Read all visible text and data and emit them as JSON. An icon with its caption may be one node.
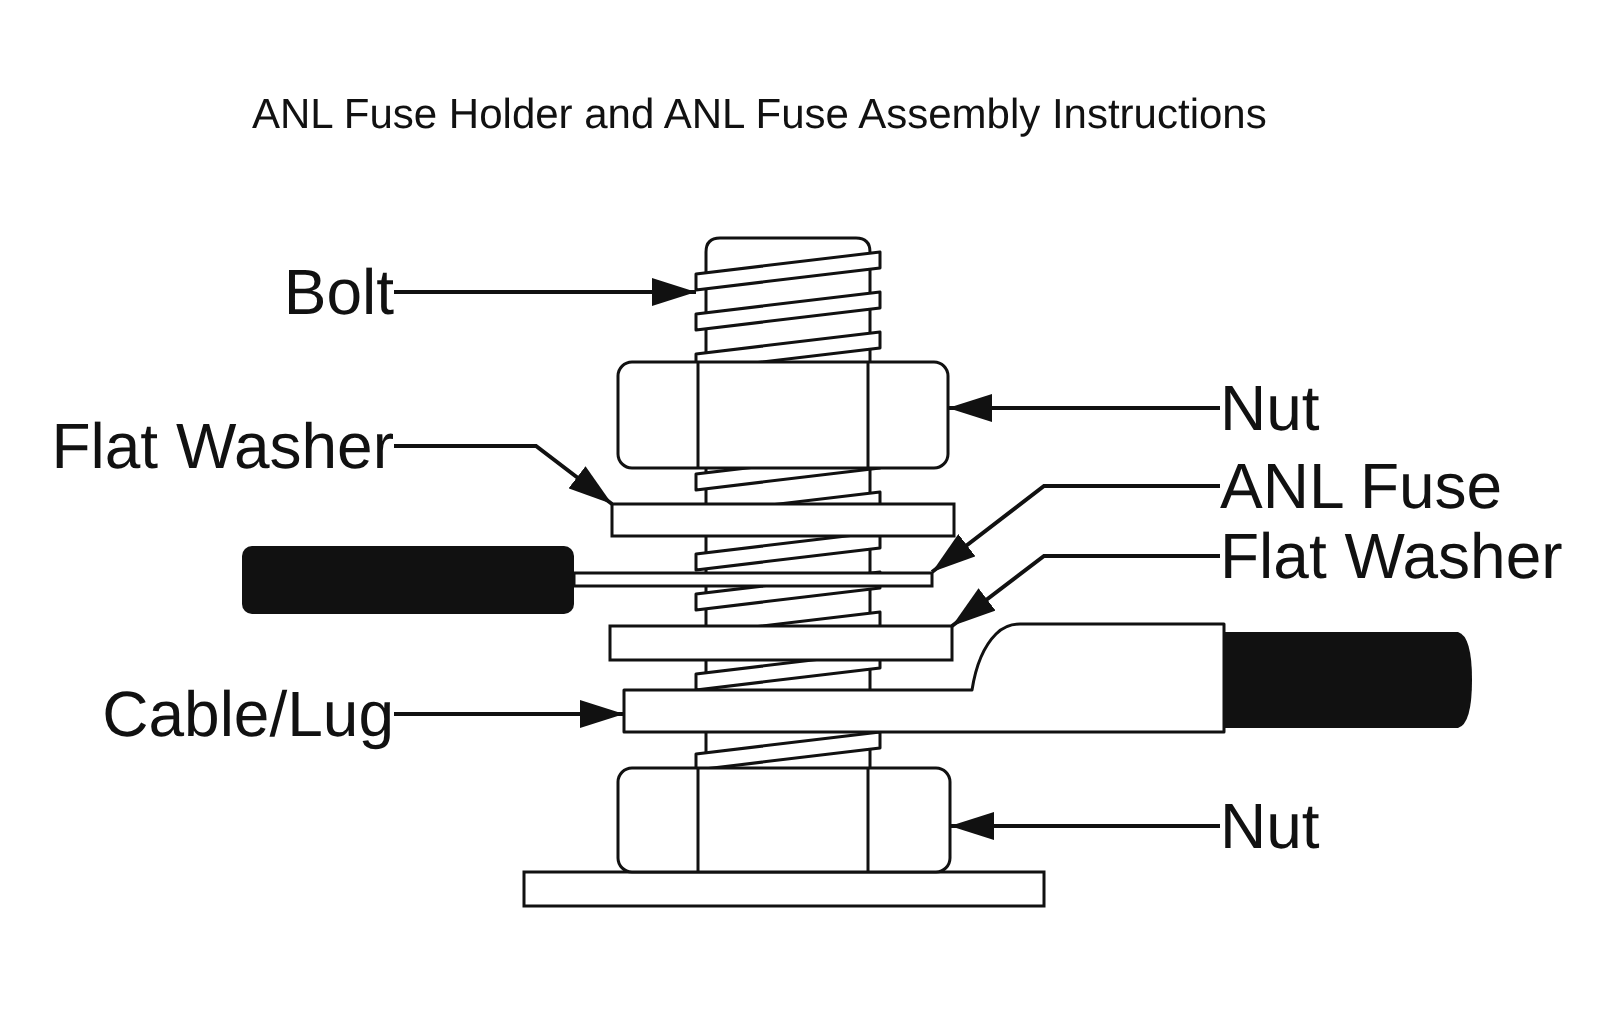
{
  "diagram": {
    "title": "ANL Fuse Holder and ANL Fuse Assembly Instructions",
    "nodes": [
      {
        "text": [
          "Bolt"
        ]
      },
      {
        "text": [],
        "shape": "picture"
      },
      {
        "text": [
          "Nut"
        ]
      },
      {
        "text": [],
        "shape": "box"
      },
      {
        "text": [
          "Flat Washer"
        ]
      },
      {
        "text": [],
        "shape": "bar"
      },
      {
        "text": [
          "ANL Fuse"
        ]
      },
      {
        "text": [],
        "shape": "picture"
      },
      {
        "text": [
          "Flat Washer"
        ]
      },
      {
        "text": [],
        "shape": "bar"
      },
      {
        "text": [
          "Cable/Lug"
        ]
      },
      {
        "text": [],
        "shape": "picture"
      },
      {
        "text": [
          "Nut"
        ]
      },
      {
        "text": [],
        "shape": "box"
      },
      {
        "text": [],
        "shape": "bar"
      }
    ],
    "edges": [
      {
        "from": 0,
        "to": 1,
        "arrow": "to"
      },
      {
        "from": 2,
        "to": 3,
        "arrow": "to"
      },
      {
        "from": 4,
        "to": 5,
        "arrow": "to"
      },
      {
        "from": 6,
        "to": 7,
        "arrow": "to"
      },
      {
        "from": 8,
        "to": 9,
        "arrow": "to"
      },
      {
        "from": 10,
        "to": 11,
        "arrow": "to"
      },
      {
        "from": 12,
        "to": 13,
        "arrow": "to"
      }
    ]
  }
}
